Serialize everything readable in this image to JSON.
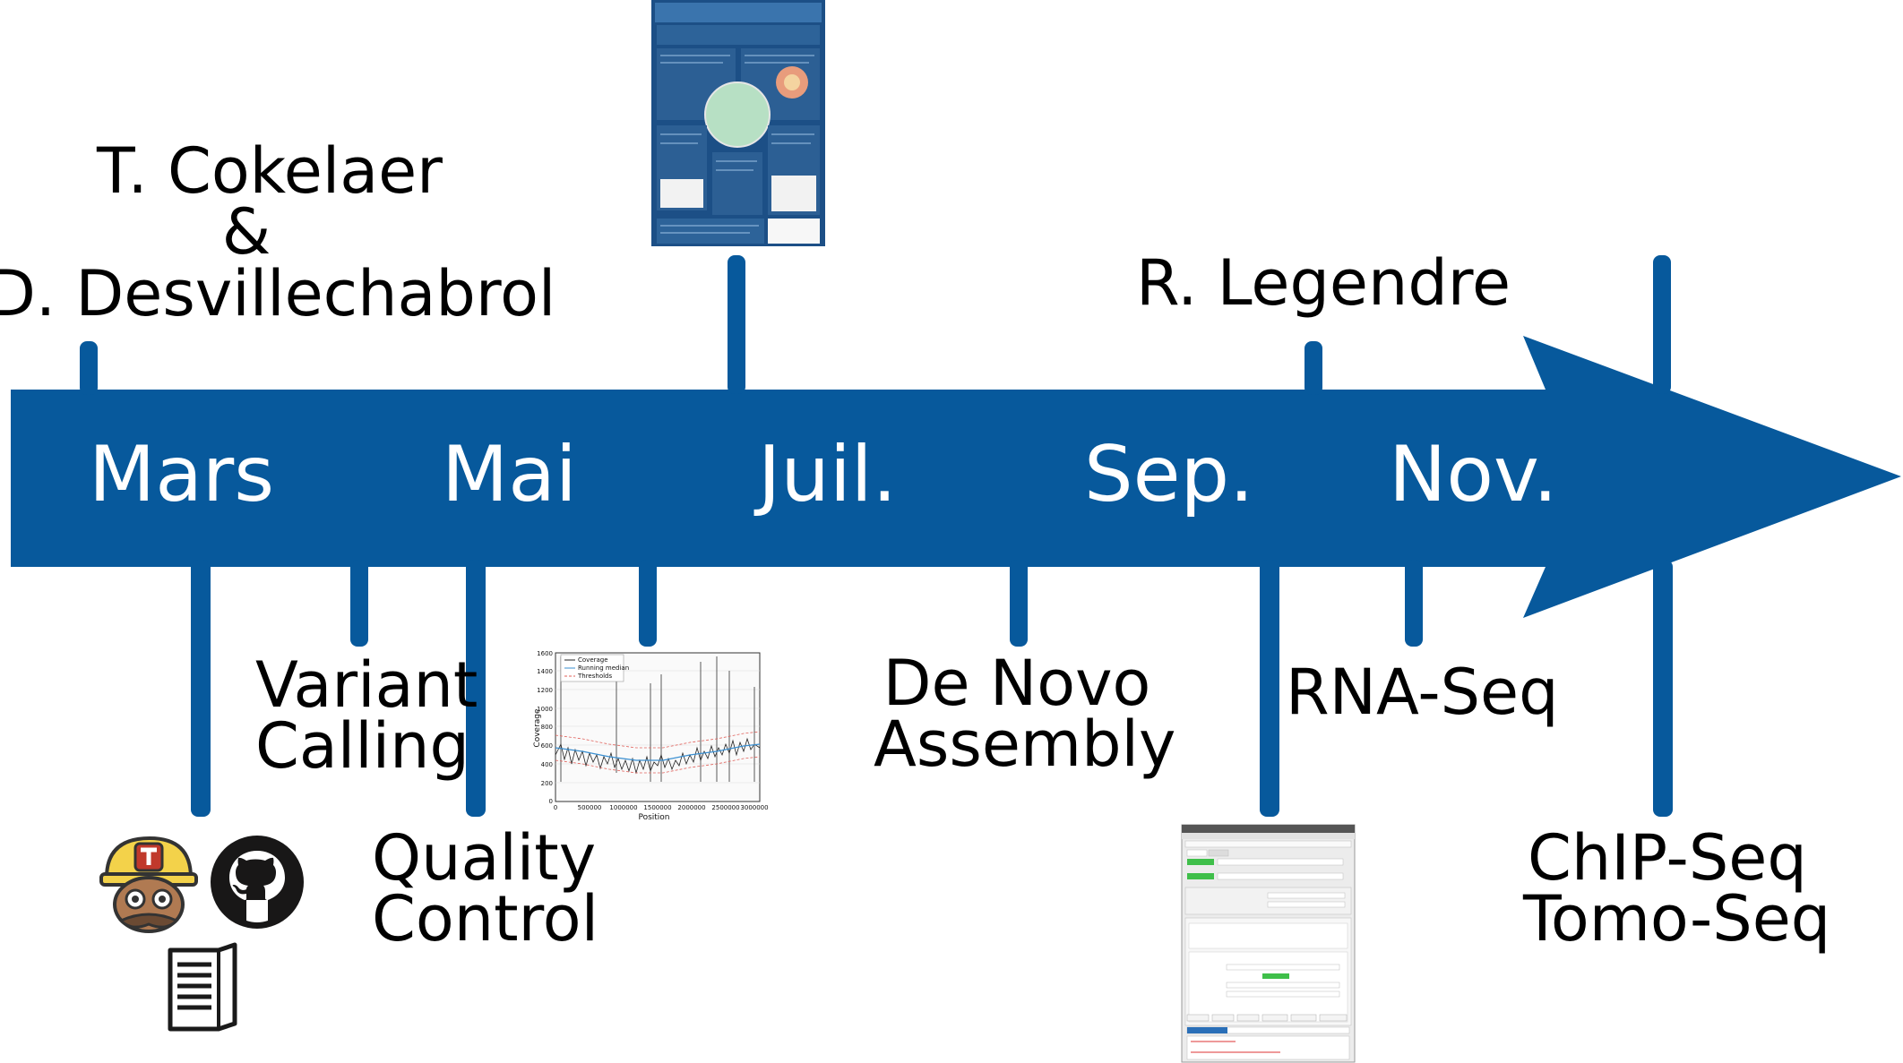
{
  "timeline": {
    "months": [
      "Mars",
      "Mai",
      "Juil.",
      "Sep.",
      "Nov."
    ],
    "arrow_color": "#07599c"
  },
  "authors": {
    "line1": "T. Cokelaer",
    "line2": "&",
    "line3": "D. Desvillechabrol",
    "later": "R. Legendre"
  },
  "milestones": {
    "variant_calling": [
      "Variant",
      "Calling"
    ],
    "quality_control": [
      "Quality",
      "Control"
    ],
    "de_novo": [
      "De Novo",
      "Assembly"
    ],
    "rna_seq": "RNA-Seq",
    "chip_seq": [
      "ChIP-Seq",
      "Tomo-Seq"
    ]
  },
  "coverage_plot": {
    "legend": [
      "Coverage",
      "Running median",
      "Thresholds"
    ],
    "xlabel": "Position",
    "ylabel": "Coverage",
    "yticks": [
      "1600",
      "1400",
      "1200",
      "1000",
      "800",
      "600",
      "400",
      "200",
      "0"
    ],
    "xticks": [
      "0",
      "500000",
      "1000000",
      "1500000",
      "2000000",
      "2500000",
      "3000000"
    ]
  },
  "icons": [
    "sequana-logo-icon",
    "github-icon",
    "documentation-book-icon"
  ]
}
